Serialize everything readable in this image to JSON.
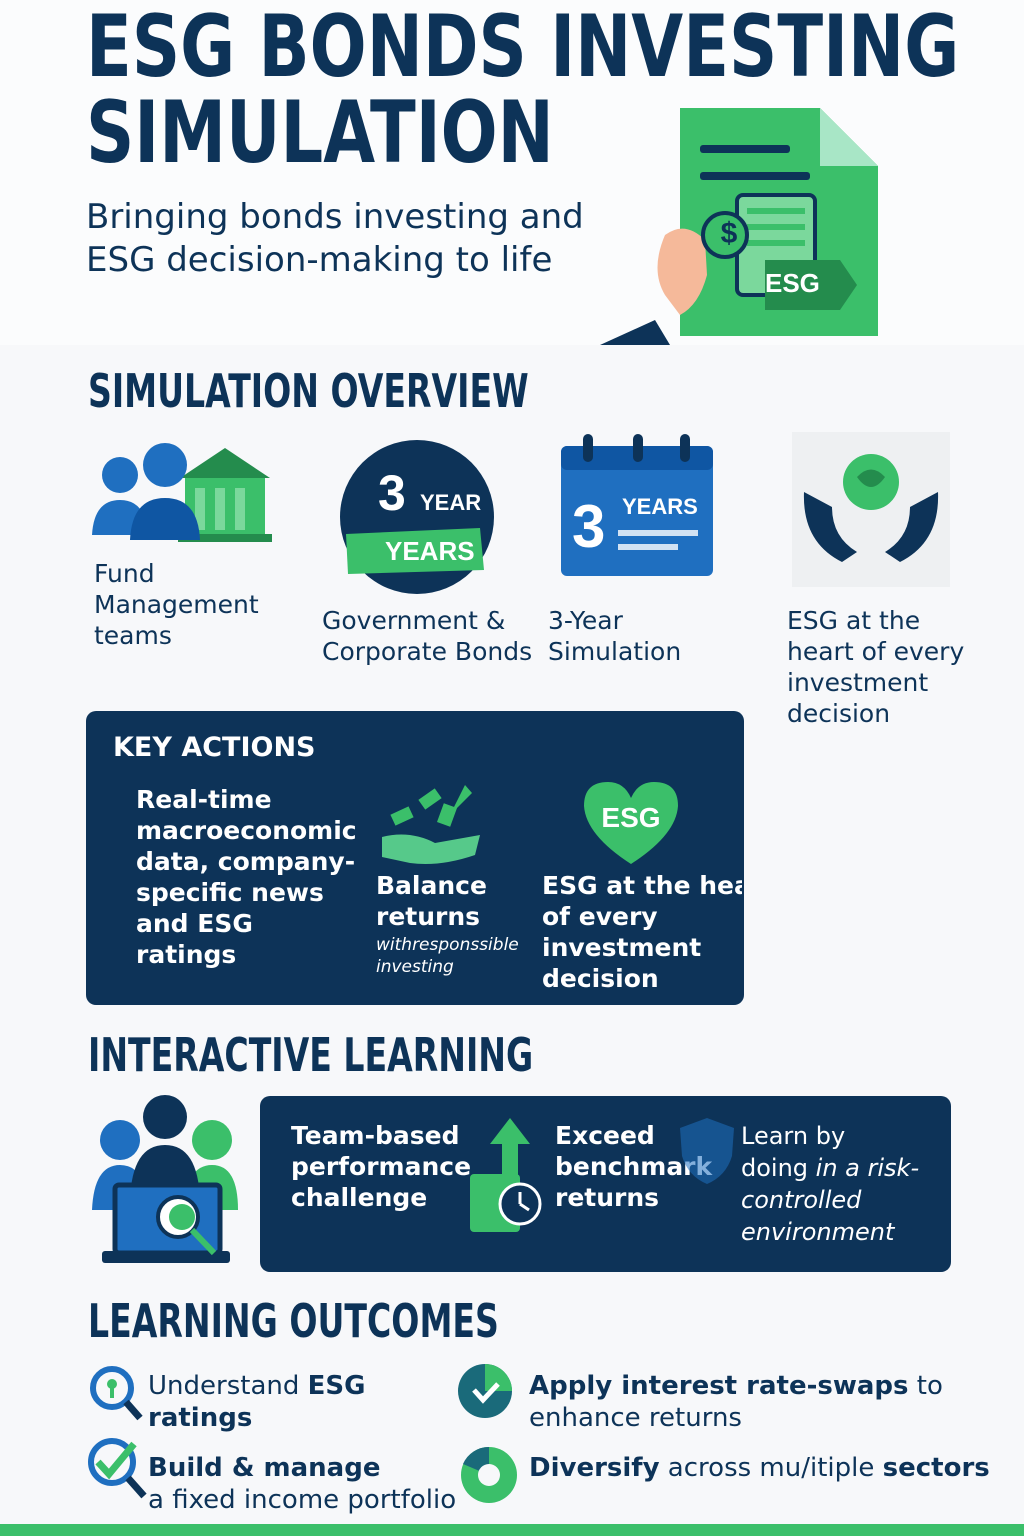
{
  "header": {
    "title_line1": "ESG BONDS INVESTING",
    "title_line2": "SIMULATION",
    "subtitle_line1": "Bringing bonds investing and",
    "subtitle_line2": "ESG decision-making to life",
    "document_tag": "ESG",
    "dollar_symbol": "$"
  },
  "overview": {
    "title": "SIMULATION OVERVIEW",
    "items": [
      {
        "label_lines": [
          "Fund",
          "Management",
          "teams"
        ]
      },
      {
        "badge_number": "3",
        "badge_word": "YEAR",
        "badge_ribbon": "YEARS",
        "label_lines": [
          "Government &",
          "Corporate Bonds"
        ]
      },
      {
        "calendar_number": "3",
        "calendar_word": "YEARS",
        "label_lines": [
          "3-Year",
          "Simulation"
        ]
      },
      {
        "label_lines": [
          "ESG at the",
          "heart of every",
          "investment",
          "decision"
        ]
      }
    ]
  },
  "key_actions": {
    "title": "KEY ACTIONS",
    "item1_lines": [
      "Real-time",
      "macroeconomic",
      "data, company-",
      "specific news",
      "and ESG",
      "ratings"
    ],
    "item2_lines": [
      "Balance",
      "returns"
    ],
    "item2_sub_lines": [
      "withresponssible",
      "investing"
    ],
    "item3_heart": "ESG",
    "item3_lines": [
      "ESG at the heart",
      "of every",
      "investment",
      "decision"
    ]
  },
  "interactive": {
    "title": "INTERACTIVE LEARNING",
    "item1_lines": [
      "Team-based",
      "performance",
      "challenge"
    ],
    "item2_lines": [
      "Exceed",
      "benchmark",
      "returns"
    ],
    "item3_bold": "Learn by",
    "item3_rest1": "doing",
    "item3_italic1": " in a risk-",
    "item3_italic2": "controlled",
    "item3_italic3": "environment"
  },
  "outcomes": {
    "title": "LEARNING OUTCOMES",
    "o1_a": "Understand ",
    "o1_b": "ESG",
    "o1_c": "ratings",
    "o2_a": "Apply interest rate-swaps",
    "o2_b": " to",
    "o2_c": "enhance returns",
    "o3_a": "Build & manage",
    "o3_b": "a fixed income portfolio",
    "o4_a": "Diversify",
    "o4_b": " across mu/itiple ",
    "o4_c": "sectors"
  },
  "colors": {
    "navy": "#0d3358",
    "green": "#3bbf6a",
    "blue": "#1f6fc0",
    "light_green": "#56c98a"
  }
}
